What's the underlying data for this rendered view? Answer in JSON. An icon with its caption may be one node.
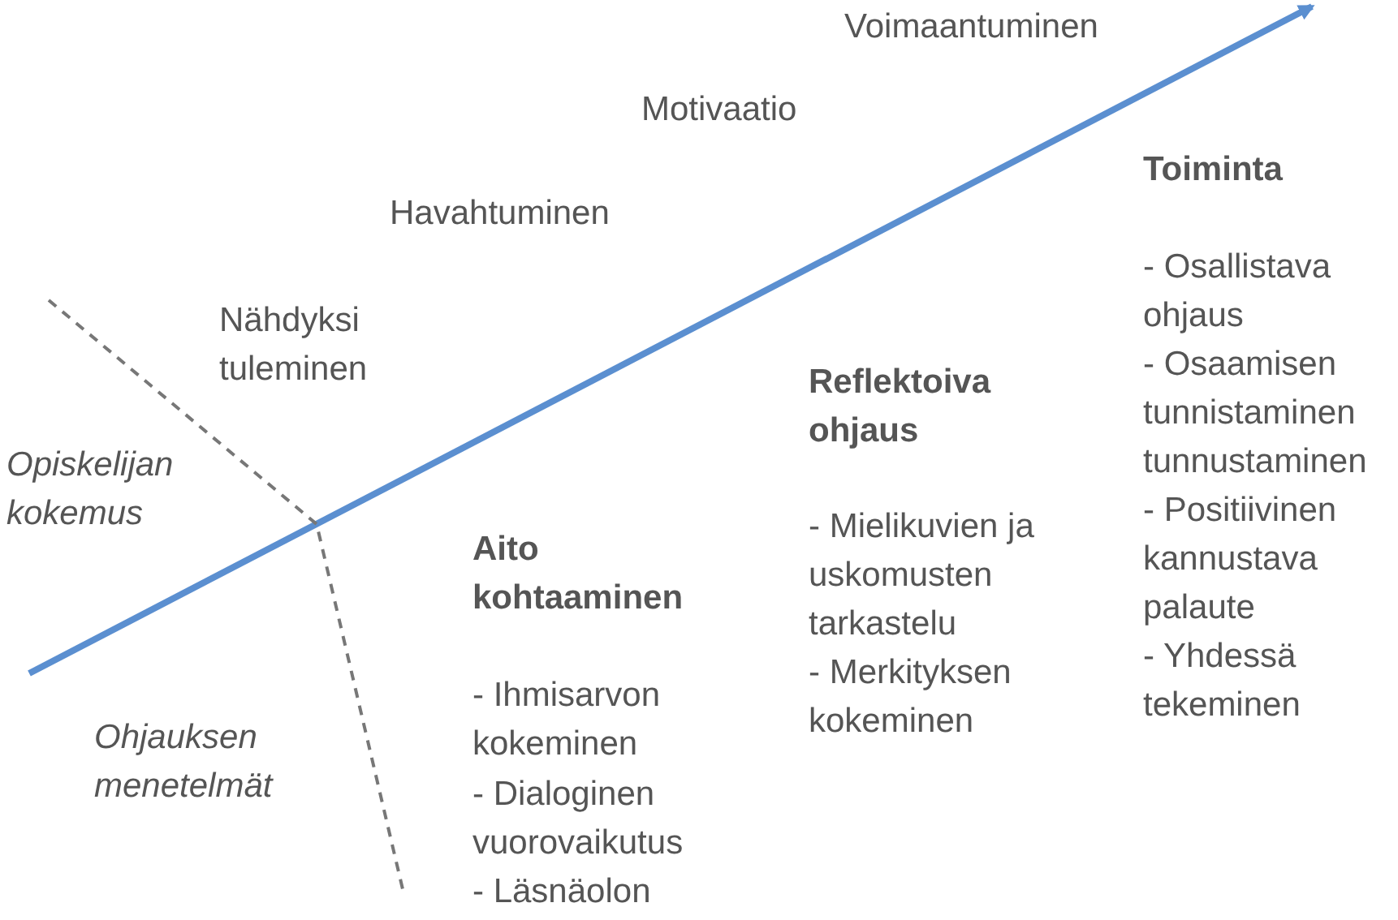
{
  "diagram": {
    "labels": [
      "Voimaantuminen",
      "Motivaatio",
      "Havahtuminen",
      "Nähdyksi tuleminen",
      "Opiskelijan kokemus",
      "Ohjauksen menetelmät",
      "Aito kohtaaminen",
      "- Ihmisarvon kokeminen",
      "- Dialoginen vuorovaikutus",
      "- Läsnäolon",
      "Reflektoiva ohjaus",
      "- Mielikuvien ja uskomusten tarkastelu",
      "- Merkityksen kokeminen",
      "Toiminta",
      "- Osallistava ohjaus",
      "- Osaamisen tunnistaminen tunnustaminen",
      "- Positiivinen kannustava palaute",
      "- Yhdessä tekeminen"
    ]
  }
}
